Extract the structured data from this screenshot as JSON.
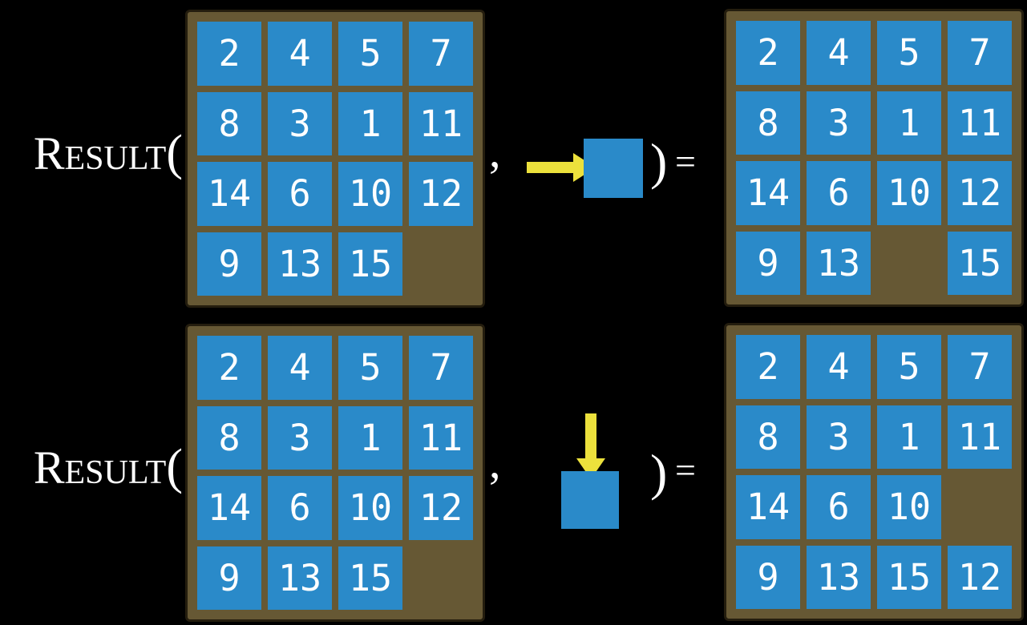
{
  "figure": {
    "description_icons": [
      "right-arrow-icon",
      "down-arrow-icon",
      "tile-icon"
    ],
    "rows": [
      {
        "label_initial": "R",
        "label_rest": "esult",
        "open_paren": "(",
        "comma": ",",
        "action_icon": "right-arrow-icon",
        "close_paren": ")",
        "equals_sign": "=",
        "input_board": [
          [
            2,
            4,
            5,
            7
          ],
          [
            8,
            3,
            1,
            11
          ],
          [
            14,
            6,
            10,
            12
          ],
          [
            9,
            13,
            15,
            null
          ]
        ],
        "result_board": [
          [
            2,
            4,
            5,
            7
          ],
          [
            8,
            3,
            1,
            11
          ],
          [
            14,
            6,
            10,
            12
          ],
          [
            9,
            13,
            null,
            15
          ]
        ]
      },
      {
        "label_initial": "R",
        "label_rest": "esult",
        "open_paren": "(",
        "comma": ",",
        "action_icon": "down-arrow-icon",
        "close_paren": ")",
        "equals_sign": "=",
        "input_board": [
          [
            2,
            4,
            5,
            7
          ],
          [
            8,
            3,
            1,
            11
          ],
          [
            14,
            6,
            10,
            12
          ],
          [
            9,
            13,
            15,
            null
          ]
        ],
        "result_board": [
          [
            2,
            4,
            5,
            7
          ],
          [
            8,
            3,
            1,
            11
          ],
          [
            14,
            6,
            10,
            null
          ],
          [
            9,
            13,
            15,
            12
          ]
        ]
      }
    ]
  },
  "colors": {
    "background": "#000000",
    "board_brown": "#665834",
    "board_edge": "#241d0e",
    "tile_blue": "#2a8ac9",
    "arrow_yellow": "#ece13c",
    "text_white": "#ffffff"
  }
}
